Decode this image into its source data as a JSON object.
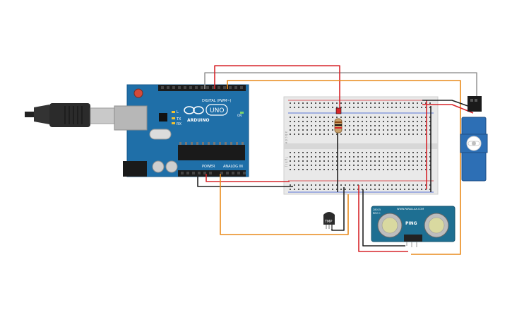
{
  "canvas": {
    "background": "#ffffff"
  },
  "arduino": {
    "logo_text": "UNO",
    "brand_text": "ARDUINO",
    "digital_header_label": "DIGITAL (PWM~)",
    "power_label": "POWER",
    "analog_label": "ANALOG IN",
    "tx_label": "TX",
    "rx_label": "RX",
    "l_label": "L",
    "on_label": "ON",
    "board_color": "#1f6fa8"
  },
  "breadboard": {
    "row_letters_top": "a b c d e",
    "row_letters_bottom": "f g h i j"
  },
  "sensor": {
    "name": "TMP",
    "body_color": "#2b2b2b"
  },
  "ultrasonic": {
    "brand_text": "WWW.PARALLAX.COM",
    "model_text": "28015",
    "rev_text": "REV C",
    "ping_text": "PING",
    "board_color": "#1e6f92"
  },
  "servo": {
    "body_color": "#2d6fb5"
  },
  "wire_colors": {
    "red": "#d7262b",
    "black": "#222222",
    "orange": "#e98a1b",
    "gray": "#9a9a9a"
  }
}
